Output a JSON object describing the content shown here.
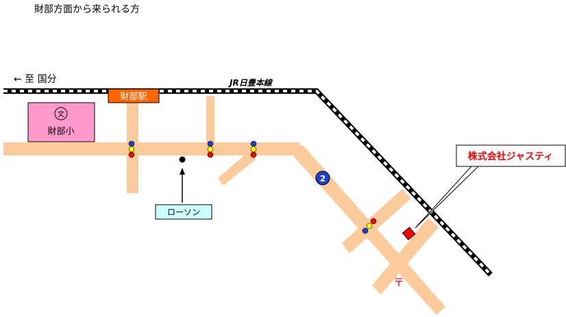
{
  "title": "財部方面から来られる方",
  "direction_label": "← 至 国分",
  "railway_label": "JR日豊本線",
  "station_label": "財部駅",
  "school": {
    "symbol": "文",
    "label": "財部小"
  },
  "route_number": "2",
  "store_label": "ローソン",
  "company_label": "株式会社ジャスティ",
  "post_office_symbol": "〒",
  "colors": {
    "road": "#fccb9c",
    "station_box": "#ff6600",
    "school_box": "#ff99cc",
    "store_box": "#ccffff",
    "company_text": "#ff0000",
    "route_shield": "#1f3fd0"
  },
  "icons": {
    "signal": "traffic-signal-icon",
    "store_marker": "location-dot-icon",
    "company_marker": "red-square-marker-icon"
  }
}
